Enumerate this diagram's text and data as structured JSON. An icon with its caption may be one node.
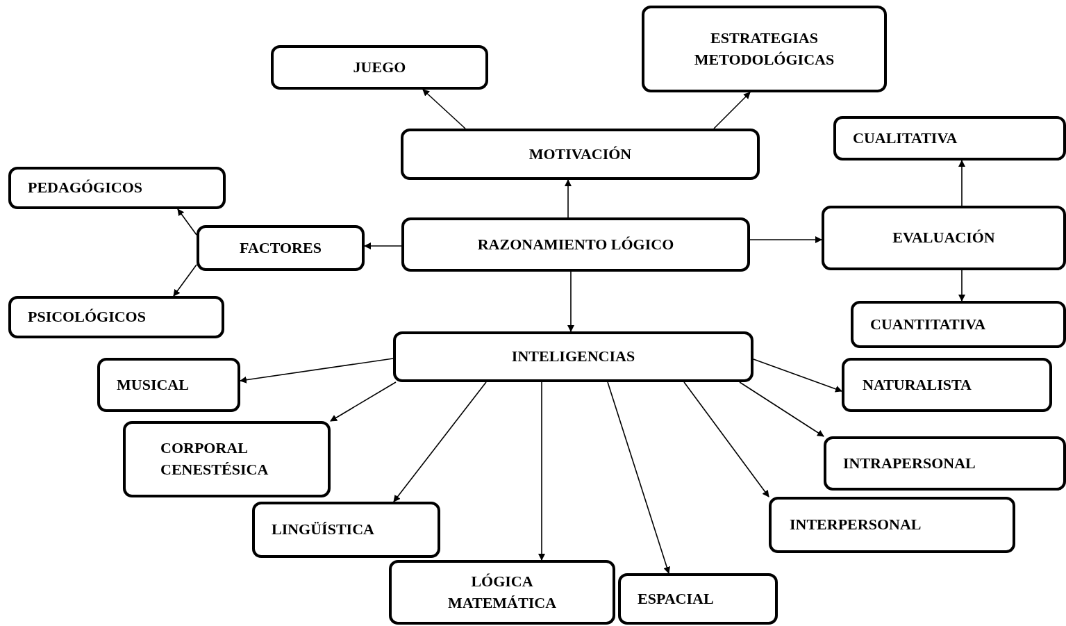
{
  "diagram": {
    "nodes": [
      {
        "text": [
          "RAZONAMIENTO LÓGICO"
        ]
      },
      {
        "text": [
          "MOTIVACIÓN"
        ]
      },
      {
        "text": [
          "JUEGO"
        ]
      },
      {
        "text": [
          "ESTRATEGIAS METODOLÓGICAS"
        ]
      },
      {
        "text": [
          "FACTORES"
        ]
      },
      {
        "text": [
          "PEDAGÓGICOS"
        ]
      },
      {
        "text": [
          "PSICOLÓGICOS"
        ]
      },
      {
        "text": [
          "EVALUACIÓN"
        ]
      },
      {
        "text": [
          "CUALITATIVA"
        ]
      },
      {
        "text": [
          "CUANTITATIVA"
        ]
      },
      {
        "text": [
          "INTELIGENCIAS"
        ]
      },
      {
        "text": [
          "MUSICAL"
        ]
      },
      {
        "text": [
          "CORPORAL CENESTÉSICA"
        ]
      },
      {
        "text": [
          "LINGÜÍSTICA"
        ]
      },
      {
        "text": [
          "LÓGICA MATEMÁTICA"
        ]
      },
      {
        "text": [
          "ESPACIAL"
        ]
      },
      {
        "text": [
          "INTERPERSONAL"
        ]
      },
      {
        "text": [
          "INTRAPERSONAL"
        ]
      },
      {
        "text": [
          "NATURALISTA"
        ]
      }
    ],
    "edges": [
      {
        "from": 0,
        "to": 1,
        "arrow": "to"
      },
      {
        "from": 1,
        "to": 2,
        "arrow": "to"
      },
      {
        "from": 1,
        "to": 3,
        "arrow": "to"
      },
      {
        "from": 0,
        "to": 4,
        "arrow": "to"
      },
      {
        "from": 4,
        "to": 5,
        "arrow": "to"
      },
      {
        "from": 4,
        "to": 6,
        "arrow": "to"
      },
      {
        "from": 0,
        "to": 7,
        "arrow": "to"
      },
      {
        "from": 7,
        "to": 8,
        "arrow": "to"
      },
      {
        "from": 7,
        "to": 9,
        "arrow": "to"
      },
      {
        "from": 0,
        "to": 10,
        "arrow": "to"
      },
      {
        "from": 10,
        "to": 11,
        "arrow": "to"
      },
      {
        "from": 10,
        "to": 12,
        "arrow": "to"
      },
      {
        "from": 10,
        "to": 13,
        "arrow": "to"
      },
      {
        "from": 10,
        "to": 14,
        "arrow": "to"
      },
      {
        "from": 10,
        "to": 15,
        "arrow": "to"
      },
      {
        "from": 10,
        "to": 16,
        "arrow": "to"
      },
      {
        "from": 10,
        "to": 17,
        "arrow": "to"
      },
      {
        "from": 10,
        "to": 18,
        "arrow": "to"
      }
    ]
  }
}
